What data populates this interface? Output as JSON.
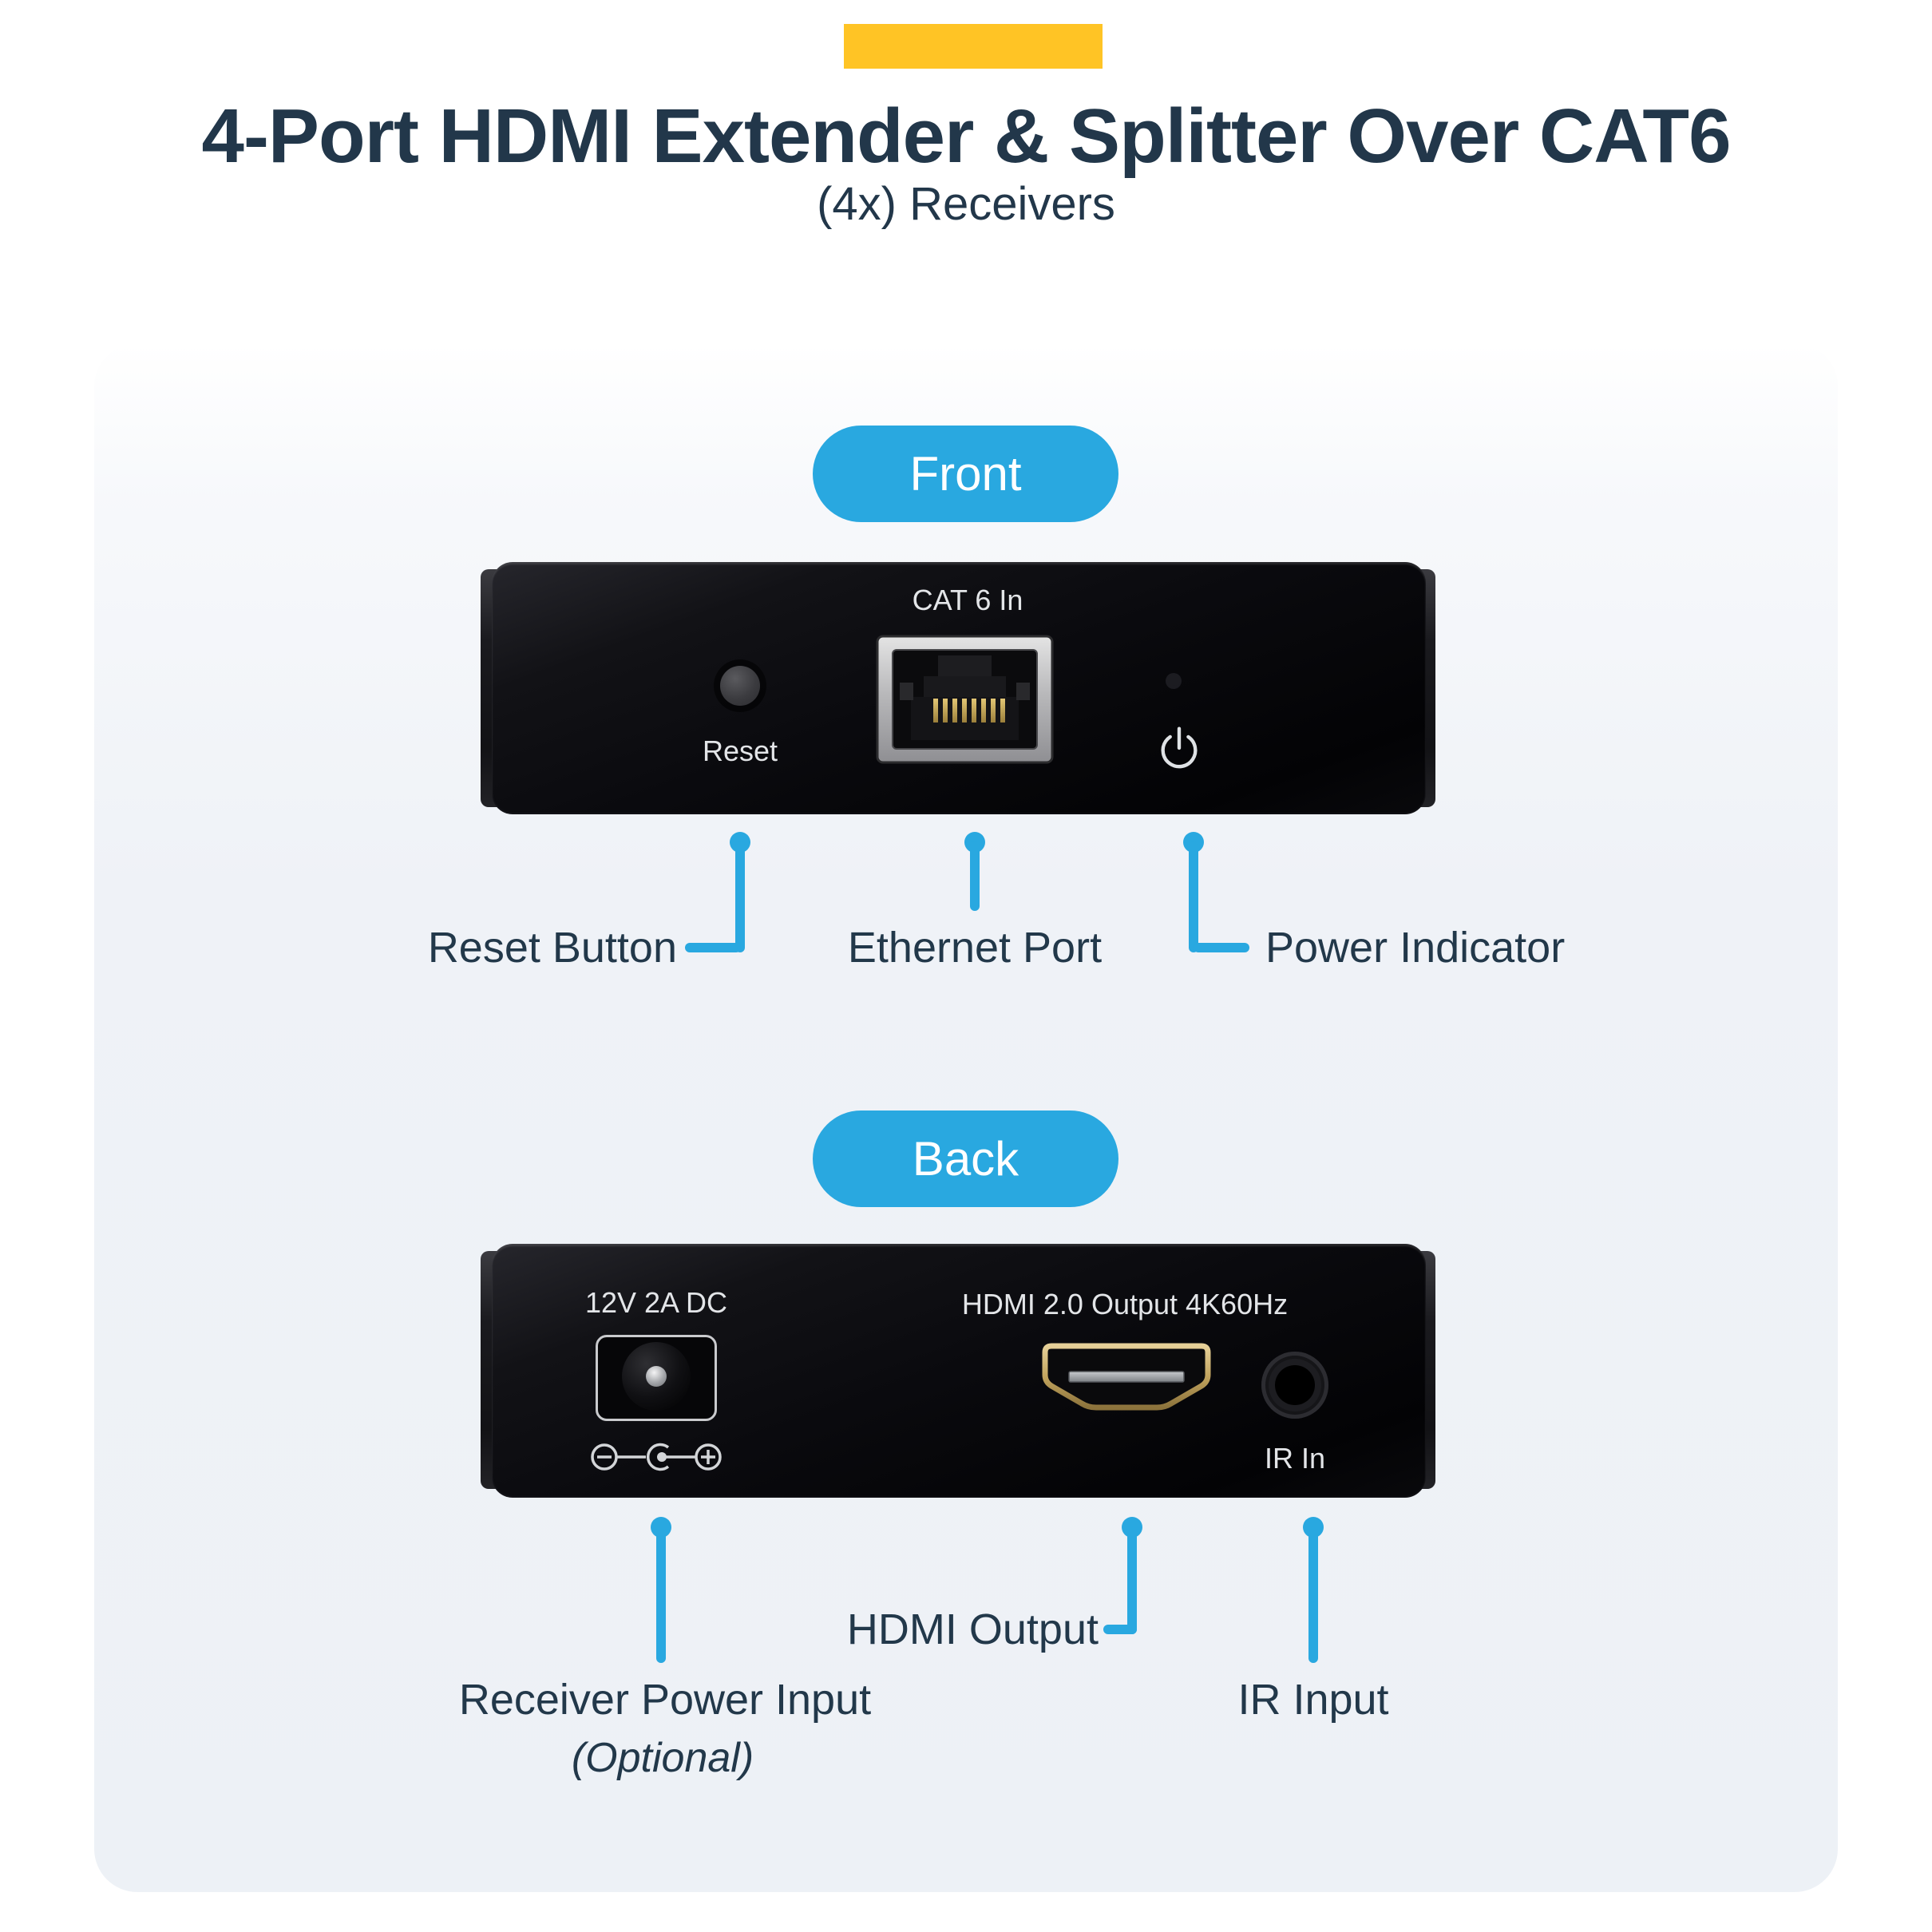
{
  "page": {
    "title": "4-Port HDMI Extender & Splitter Over CAT6",
    "subtitle": "(4x) Receivers"
  },
  "colors": {
    "accent_yellow": "#FFC425",
    "accent_blue": "#29A8E0",
    "heading_navy": "#22374A",
    "panel_black": "#0A0A0E"
  },
  "front": {
    "badge_label": "Front",
    "panel": {
      "cat6_label": "CAT 6 In",
      "reset_label": "Reset"
    },
    "callouts": [
      {
        "label": "Reset Button"
      },
      {
        "label": "Ethernet Port"
      },
      {
        "label": "Power Indicator"
      }
    ]
  },
  "back": {
    "badge_label": "Back",
    "panel": {
      "dc_label": "12V 2A DC",
      "hdmi_label": "HDMI 2.0 Output 4K60Hz",
      "ir_label": "IR In"
    },
    "callouts": [
      {
        "label": "Receiver Power Input",
        "sublabel": "(Optional)"
      },
      {
        "label": "HDMI Output"
      },
      {
        "label": "IR Input"
      }
    ]
  }
}
